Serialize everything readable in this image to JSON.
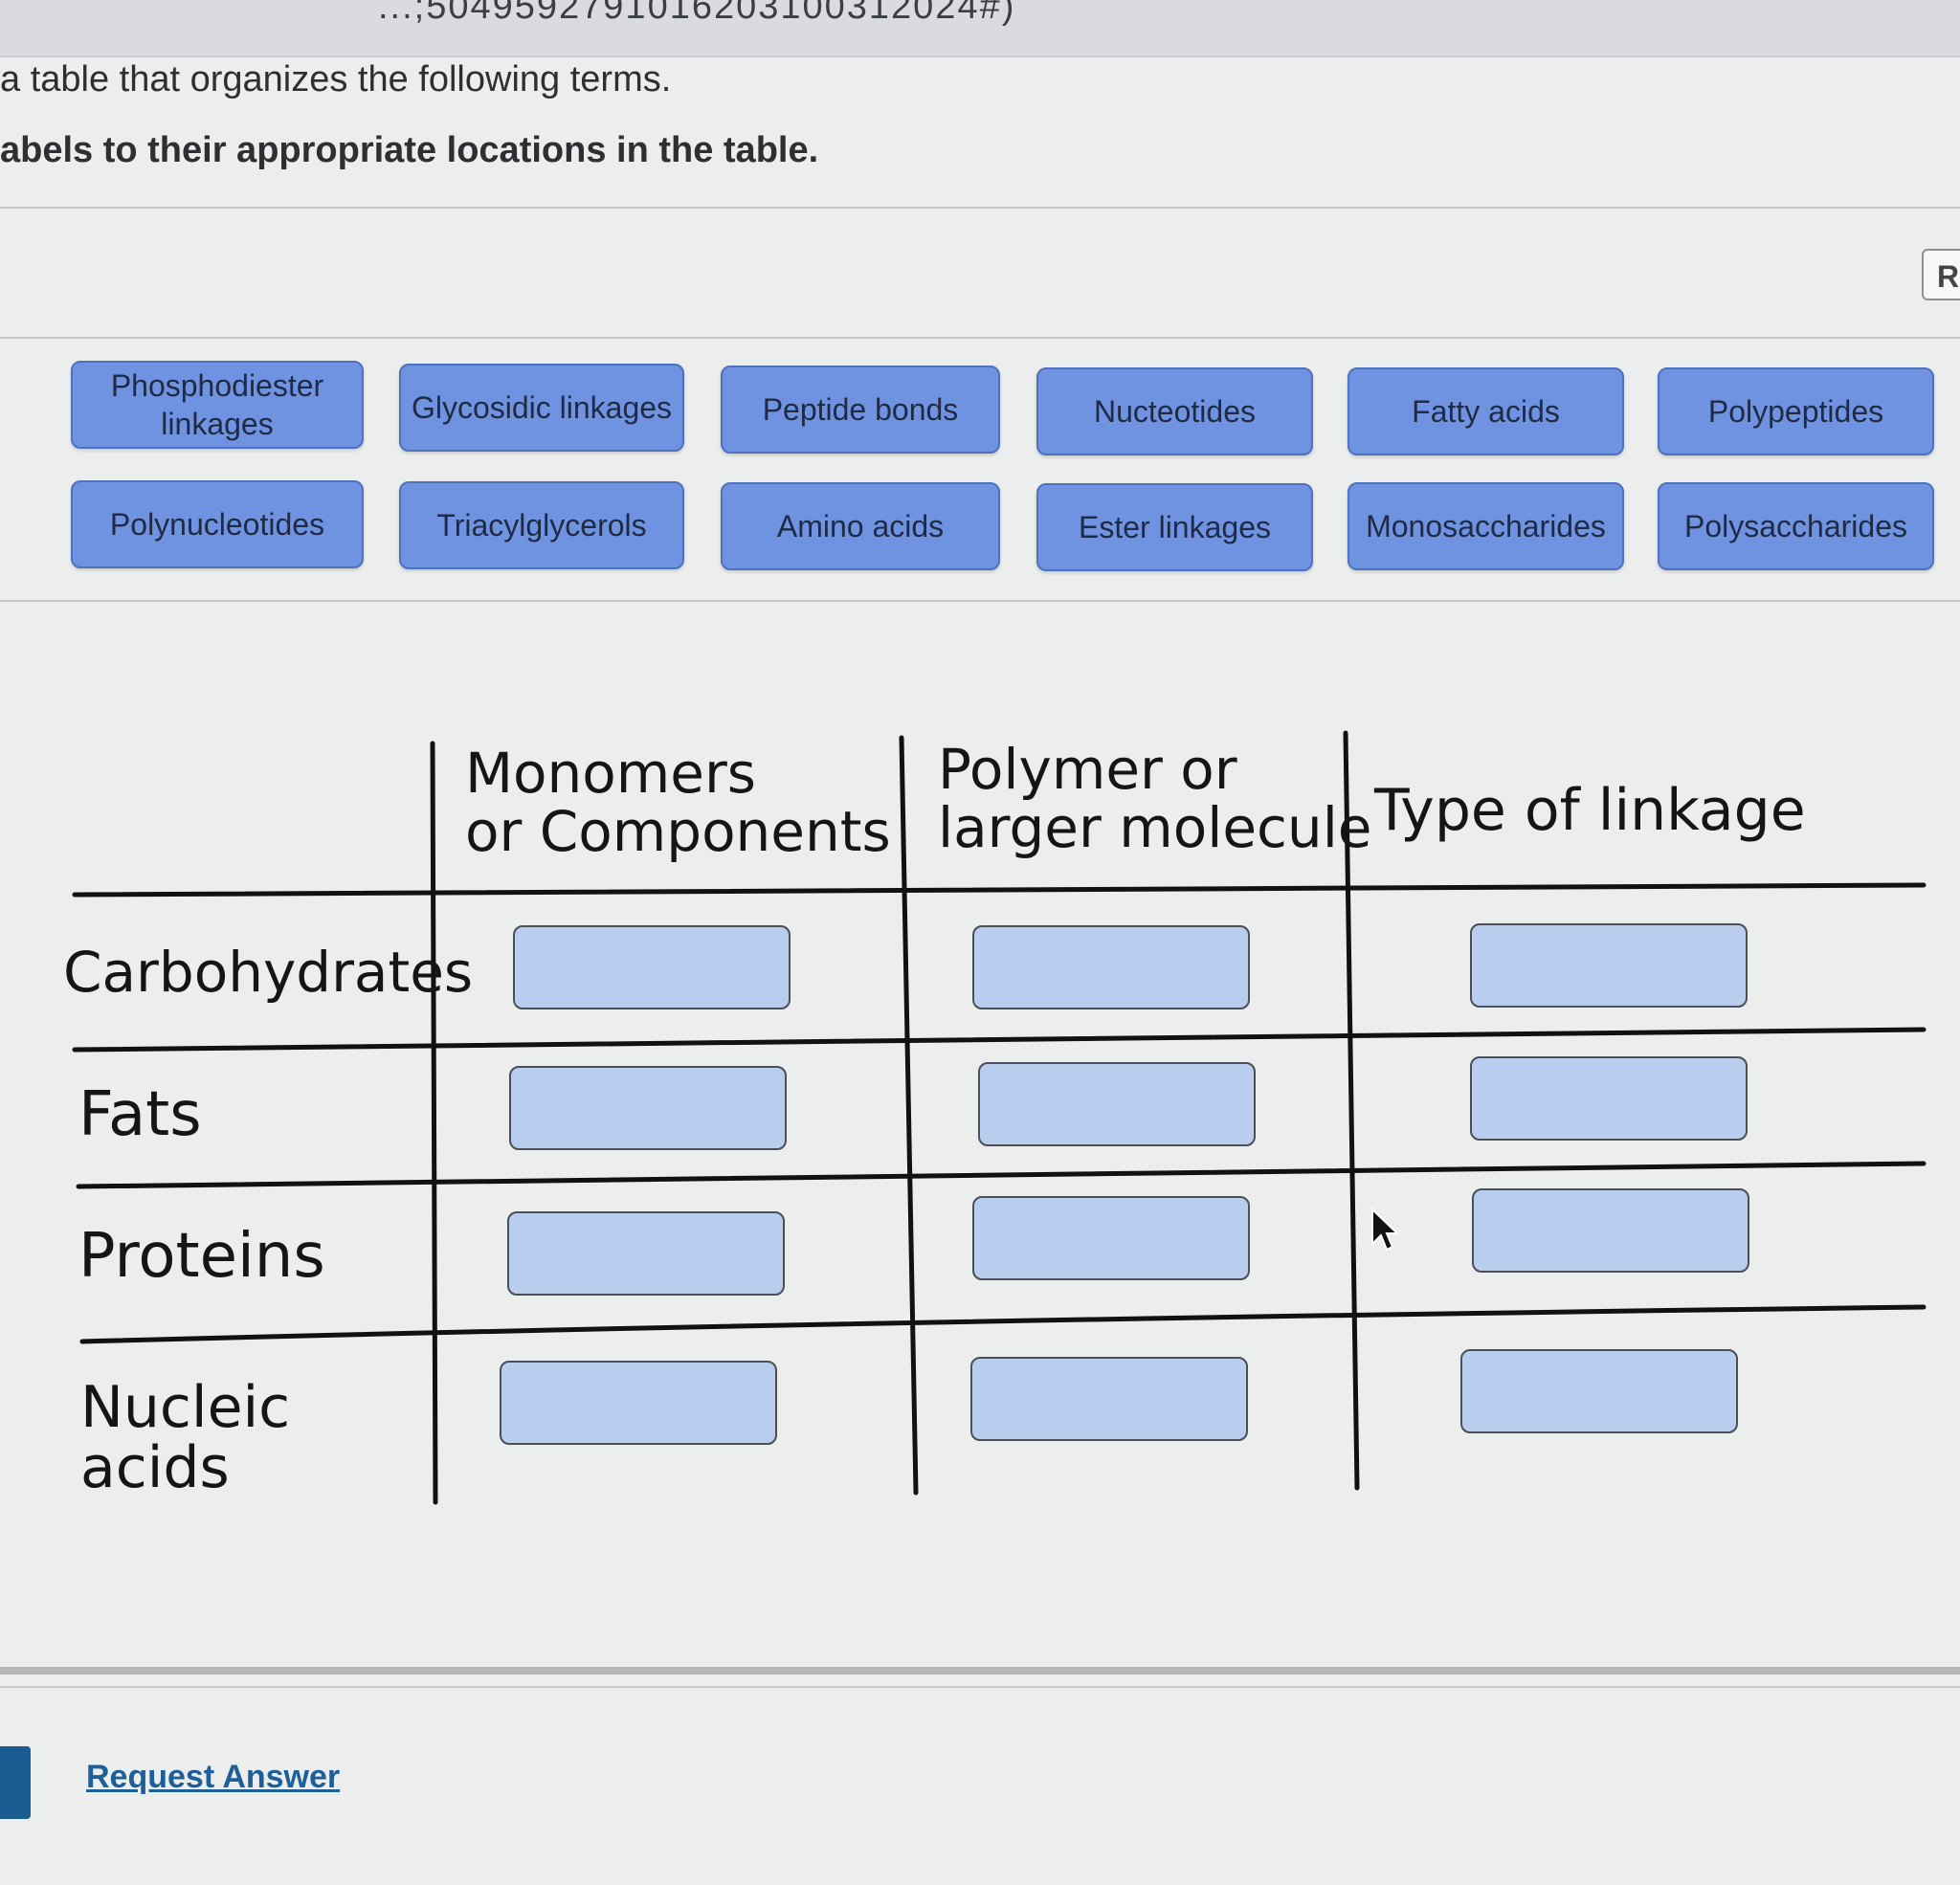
{
  "header": {
    "cut_text": "...;5049592791016203100312024#)"
  },
  "instructions": {
    "line1": "a table that organizes the following terms.",
    "line2": "abels to their appropriate locations in the table."
  },
  "toolbar": {
    "reset_label": "R"
  },
  "labels": [
    "Phosphodiester linkages",
    "Glycosidic linkages",
    "Peptide bonds",
    "Nucteotides",
    "Fatty acids",
    "Polypeptides",
    "Polynucleotides",
    "Triacylglycerols",
    "Amino acids",
    "Ester linkages",
    "Monosaccharides",
    "Polysaccharides"
  ],
  "table": {
    "columns": [
      "Monomers or Components",
      "Polymer or larger molecule",
      "Type of linkage"
    ],
    "col_lines": [
      [
        "Monomers",
        "or Components"
      ],
      [
        "Polymer or",
        "larger molecule"
      ],
      [
        "Type of linkage"
      ]
    ],
    "rows": [
      "Carbohydrates",
      "Fats",
      "Proteins",
      "Nucleic acids"
    ],
    "row_lines": [
      [
        "Carbohydrates"
      ],
      [
        "Fats"
      ],
      [
        "Proteins"
      ],
      [
        "Nucleic",
        "acids"
      ]
    ]
  },
  "footer": {
    "request_answer": "Request Answer"
  },
  "colors": {
    "label_fill": "#6f93e0",
    "drop_fill": "#b9cdee",
    "link": "#1f5f99"
  }
}
